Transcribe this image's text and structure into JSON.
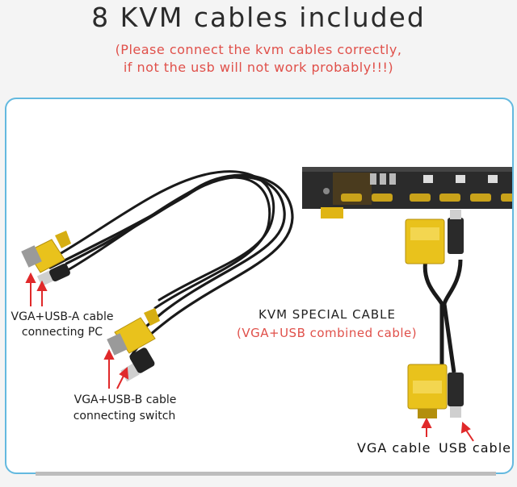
{
  "heading": {
    "title": "8 KVM cables included",
    "note_line1": "(Please connect the kvm cables correctly,",
    "note_line2": "if not the usb will not work probably!!!)"
  },
  "labels": {
    "usb_a_line1": "VGA+USB-A cable",
    "usb_a_line2": "connecting PC",
    "usb_b_line1": "VGA+USB-B cable",
    "usb_b_line2": "connecting switch",
    "special": "KVM SPECIAL CABLE",
    "combined": "(VGA+USB combined cable)",
    "vga": "VGA cable",
    "usb": "USB cable"
  },
  "colors": {
    "accent_red": "#e0504a",
    "border_blue": "#63b9df",
    "connector_yellow": "#e9c21c",
    "cable_black": "#1a1a1a"
  }
}
